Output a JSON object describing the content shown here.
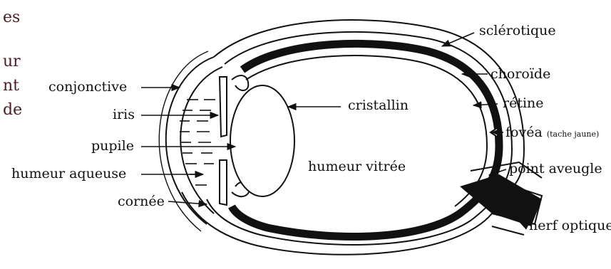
{
  "side_text_fragments": [
    "es",
    "ur",
    "nt",
    "de"
  ],
  "labels": {
    "conjonctive": "conjonctive",
    "iris": "iris",
    "pupile": "pupile",
    "humeur_aqueuse": "humeur aqueuse",
    "cornee": "cornée",
    "cristallin": "cristallin",
    "humeur_vitree": "humeur vitrée",
    "sclerotique": "sclérotique",
    "choroide": "choroïde",
    "retine": "rétine",
    "fovea": "fovéa",
    "fovea_note": "(tache jaune)",
    "point_aveugle": "point aveugle",
    "nerf_optique": "nerf optique"
  },
  "colors": {
    "ink": "#111111",
    "fragment_text": "#4a1c24",
    "background": "#ffffff"
  }
}
